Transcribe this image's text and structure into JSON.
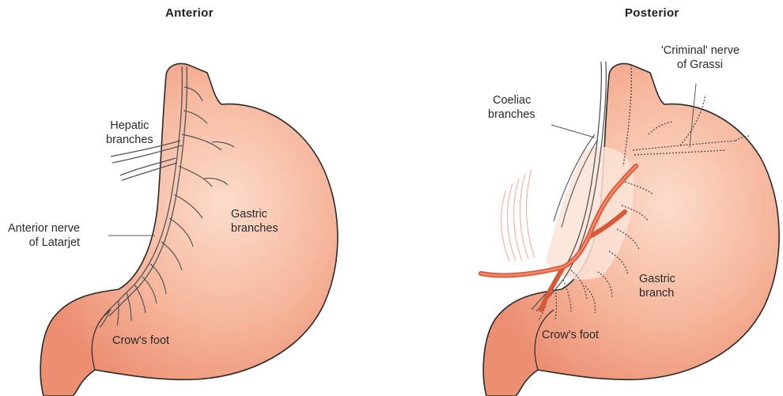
{
  "panels": {
    "anterior": {
      "title": "Anterior",
      "labels": {
        "hepatic": [
          "Hepatic",
          "branches"
        ],
        "latarjet": [
          "Anterior nerve",
          "of Latarjet"
        ],
        "gastric": [
          "Gastric",
          "branches"
        ],
        "crows_foot": "Crow's foot"
      }
    },
    "posterior": {
      "title": "Posterior",
      "labels": {
        "criminal": [
          "'Criminal' nerve",
          "of Grassi"
        ],
        "coeliac": [
          "Coeliac",
          "branches"
        ],
        "gastric": [
          "Gastric",
          "branch"
        ],
        "crows_foot": "Crow's foot"
      }
    }
  },
  "colors": {
    "stomach_fill": "#f2a48a",
    "stomach_light": "#fbd9c9",
    "stomach_outline": "#2b2b2b",
    "nerve": "#5a5a5a",
    "artery": "#e0603e",
    "text": "#2a2a2a"
  }
}
